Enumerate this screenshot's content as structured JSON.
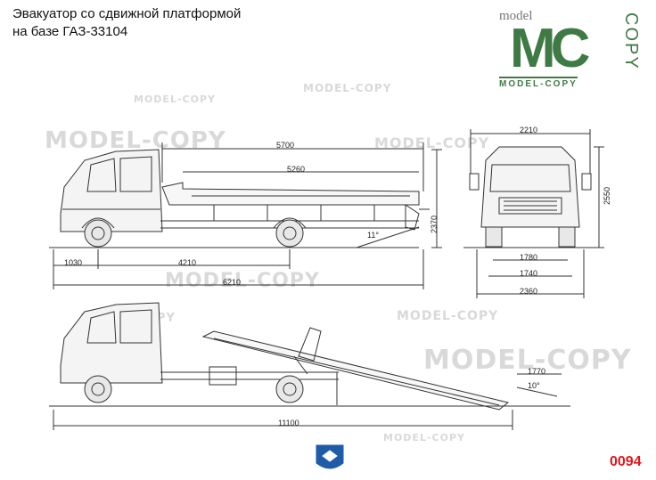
{
  "title": {
    "line1": "Эвакуатор со сдвижной платформой",
    "line2": "на базе ГАЗ-33104"
  },
  "logo": {
    "top_text": "model",
    "letters": "MC",
    "side_text": "COPY",
    "bottom_text": "MODEL-COPY",
    "color": "#3f7a44"
  },
  "watermark": "MODEL-COPY",
  "drawing_code": "0094",
  "drawing_code_color": "#e3161b",
  "dimensions": {
    "overall_length": "5700",
    "platform_length": "5260",
    "front_overhang": "1030",
    "wheelbase": "4210",
    "total_length": "6210",
    "angle_small": "11°",
    "side_height": "2370",
    "front_width": "2210",
    "front_height": "2550",
    "track_front": "1780",
    "track_rear": "1740",
    "overall_width": "2360",
    "loading_length": "11100",
    "ramp_top": "1770",
    "ramp_angle": "10°"
  },
  "badge_icon": "gaz-deer-emblem-icon"
}
